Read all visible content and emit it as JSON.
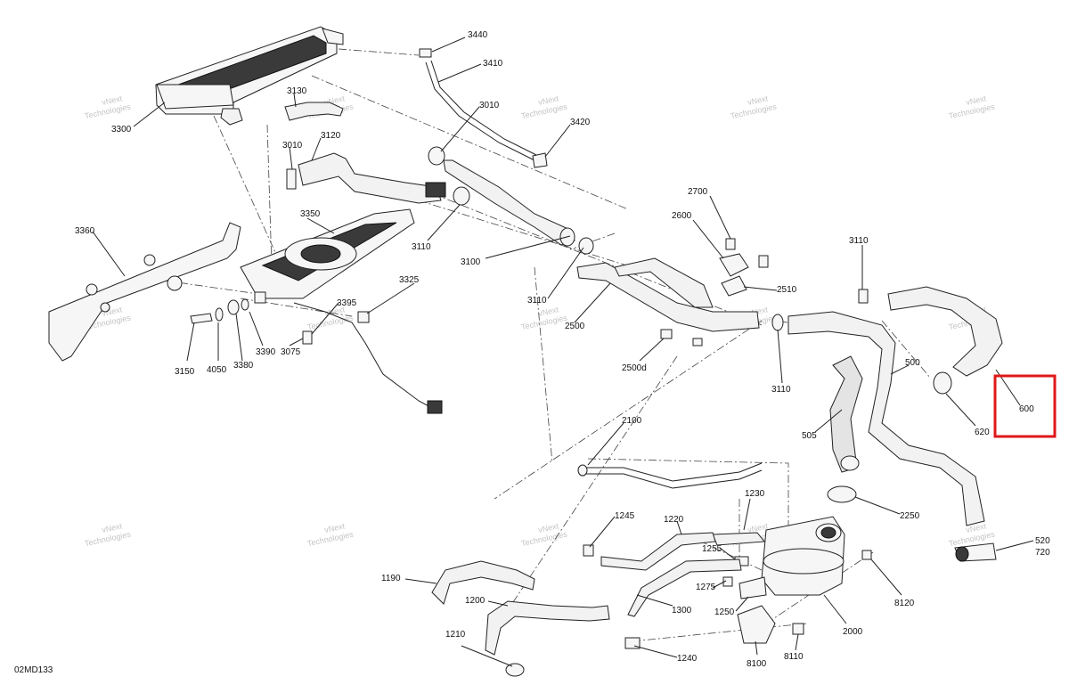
{
  "diagram": {
    "code": "02MD133",
    "watermark": {
      "line1": "vNext",
      "line2": "Technologies"
    },
    "highlight_color": "#e01818",
    "labels": {
      "p3440": "3440",
      "p3410": "3410",
      "p3130": "3130",
      "p3010a": "3010",
      "p3010b": "3010",
      "p3420": "3420",
      "p3300": "3300",
      "p3120": "3120",
      "p2700": "2700",
      "p2600": "2600",
      "p3350": "3350",
      "p3360": "3360",
      "p3110a": "3110",
      "p3110b": "3110",
      "p3110c": "3110",
      "p3110d": "3110",
      "p3100": "3100",
      "p3325": "3325",
      "p3395": "3395",
      "p2510": "2510",
      "p2500": "2500",
      "p2500d": "2500d",
      "p3150": "3150",
      "p4050": "4050",
      "p3380": "3380",
      "p3390": "3390",
      "p3075": "3075",
      "p500": "500",
      "p600": "600",
      "p620": "620",
      "p505": "505",
      "p2100": "2100",
      "p1230": "1230",
      "p2250": "2250",
      "p1245": "1245",
      "p1220": "1220",
      "p1255": "1255",
      "p520": "520",
      "p720": "720",
      "p1190": "1190",
      "p1275": "1275",
      "p8120": "8120",
      "p1200": "1200",
      "p1300": "1300",
      "p1250": "1250",
      "p2000": "2000",
      "p1210": "1210",
      "p1240": "1240",
      "p8100": "8100",
      "p8110": "8110"
    }
  }
}
